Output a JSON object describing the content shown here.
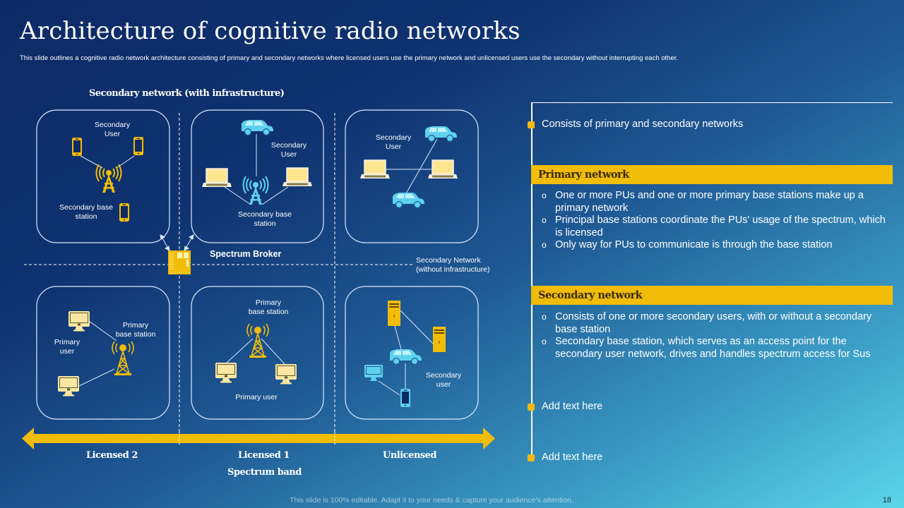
{
  "header": {
    "title": "Architecture of cognitive radio networks",
    "subtitle": "This slide outlines a cognitive radio network architecture consisting of primary and secondary networks where licensed users use the primary network and unlicensed users use the secondary without interrupting each other."
  },
  "diagram": {
    "top_heading": "Secondary network (with infrastructure)",
    "boxes": {
      "top_left": {
        "user_label": "Secondary\nUser",
        "station_label": "Secondary base\nstation"
      },
      "top_middle": {
        "user_label": "Secondary\nUser",
        "station_label": "Secondary base\nstation"
      },
      "top_right": {
        "user_label": "Secondary\nUser"
      },
      "bottom_left": {
        "user_label": "Primary\nuser",
        "station_label": "Primary\nbase station"
      },
      "bottom_middle": {
        "user_label": "Primary user",
        "station_label": "Primary\nbase station"
      },
      "bottom_right": {
        "user_label": "Secondary\nuser"
      }
    },
    "broker_label": "Spectrum Broker",
    "no_infra_label": "Secondary Network\n(without infrastructure)",
    "spectrum": {
      "bands": [
        "Licensed 2",
        "Licensed 1",
        "Unlicensed"
      ],
      "axis_label": "Spectrum band"
    },
    "colors": {
      "yellow": "#f2bd08",
      "cyan": "#5ed1ef",
      "cream": "#fbe7a3",
      "line": "#dce9ff"
    }
  },
  "panel": {
    "point1": "Consists of primary and secondary networks",
    "primary": {
      "heading": "Primary network",
      "items": [
        "One or more PUs and one or more primary base stations make up a primary network",
        "Principal base stations coordinate the PUs' usage of the spectrum, which is licensed",
        "Only way for PUs to communicate is through the base station"
      ]
    },
    "secondary": {
      "heading": "Secondary network",
      "items": [
        "Consists of one or more secondary users, with or without a secondary base station",
        "Secondary base station, which serves as an access point for the secondary user network, drives and handles spectrum access for Sus"
      ]
    },
    "point2": "Add text here",
    "point3": "Add text here"
  },
  "footer": {
    "note": "This slide is 100% editable. Adapt it to your needs & capture your audience's attention.",
    "page_number": "18"
  }
}
